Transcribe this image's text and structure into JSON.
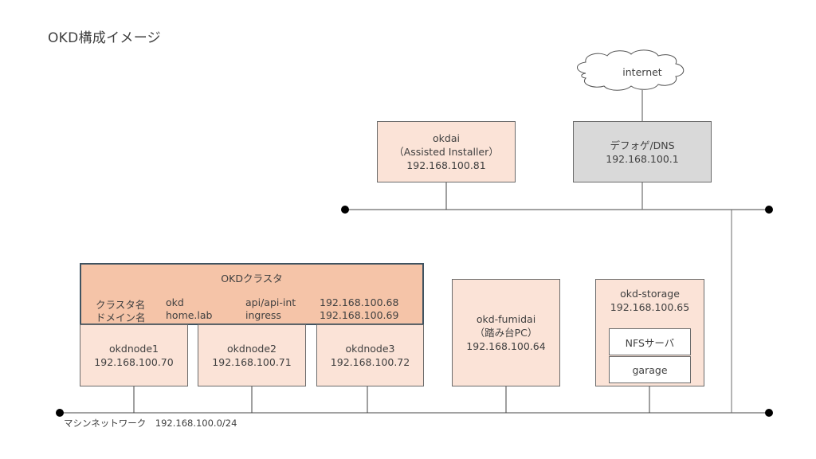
{
  "title": "OKD構成イメージ",
  "internet": {
    "label": "internet"
  },
  "okdai": {
    "name": "okdai",
    "role": "（Assisted Installer）",
    "ip": "192.168.100.81"
  },
  "gateway": {
    "name": "デフォゲ/DNS",
    "ip": "192.168.100.1"
  },
  "cluster": {
    "title": "OKDクラスタ",
    "rows": [
      {
        "key": "クラスタ名",
        "value": "okd",
        "key2": "api/api-int",
        "value2": "192.168.100.68"
      },
      {
        "key": "ドメイン名",
        "value": "home.lab",
        "key2": "ingress",
        "value2": "192.168.100.69"
      }
    ],
    "nodes": [
      {
        "name": "okdnode1",
        "ip": "192.168.100.70"
      },
      {
        "name": "okdnode2",
        "ip": "192.168.100.71"
      },
      {
        "name": "okdnode3",
        "ip": "192.168.100.72"
      }
    ]
  },
  "fumidai": {
    "name": "okd-fumidai",
    "role": "（踏み台PC）",
    "ip": "192.168.100.64"
  },
  "storage": {
    "name": "okd-storage",
    "ip": "192.168.100.65",
    "services": [
      "NFSサーバ",
      "garage"
    ]
  },
  "machine_network": {
    "label": "マシンネットワーク　192.168.100.0/24"
  },
  "colors": {
    "node_fill": "#fbe3d7",
    "cluster_fill": "#f5c4a8",
    "gateway_fill": "#d9d9d9",
    "cluster_border": "#3f5361"
  }
}
